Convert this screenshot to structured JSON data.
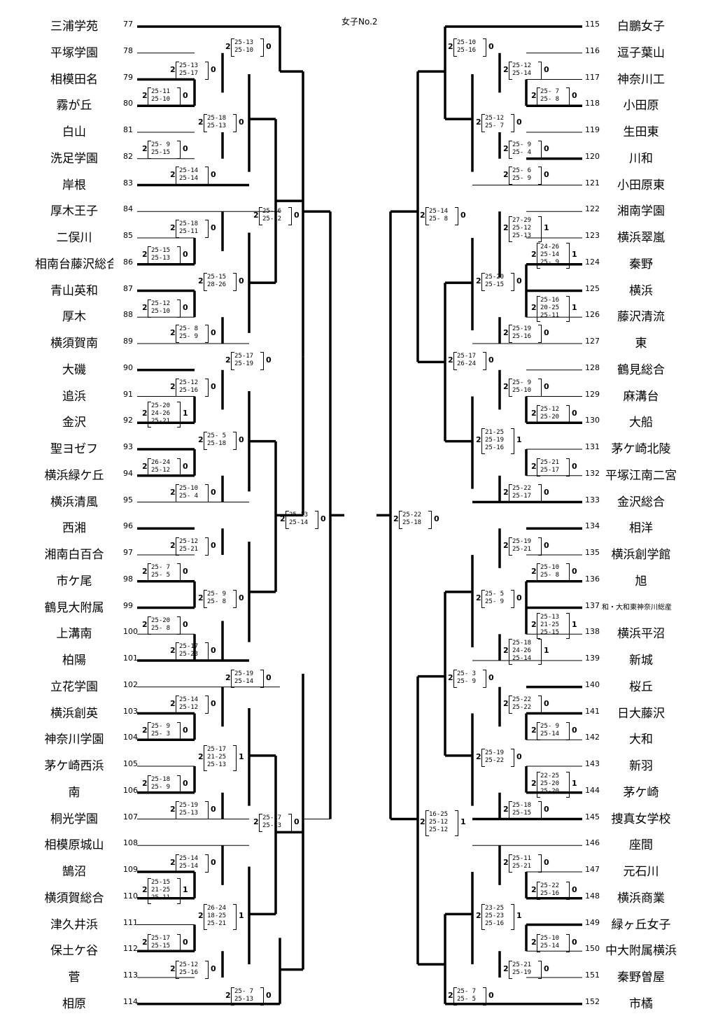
{
  "title": "女子No.2",
  "left_teams": [
    {
      "num": "77",
      "name": "三浦学苑"
    },
    {
      "num": "78",
      "name": "平塚学園"
    },
    {
      "num": "79",
      "name": "相模田名"
    },
    {
      "num": "80",
      "name": "霧が丘"
    },
    {
      "num": "81",
      "name": "白山"
    },
    {
      "num": "82",
      "name": "洗足学園"
    },
    {
      "num": "83",
      "name": "岸根"
    },
    {
      "num": "84",
      "name": "厚木王子"
    },
    {
      "num": "85",
      "name": "二俣川"
    },
    {
      "num": "86",
      "name": "相南台藤沢総合"
    },
    {
      "num": "87",
      "name": "青山英和"
    },
    {
      "num": "88",
      "name": "厚木"
    },
    {
      "num": "89",
      "name": "横須賀南"
    },
    {
      "num": "90",
      "name": "大磯"
    },
    {
      "num": "91",
      "name": "追浜"
    },
    {
      "num": "92",
      "name": "金沢"
    },
    {
      "num": "93",
      "name": "聖ヨゼフ"
    },
    {
      "num": "94",
      "name": "横浜緑ケ丘"
    },
    {
      "num": "95",
      "name": "横浜清風"
    },
    {
      "num": "96",
      "name": "西湘"
    },
    {
      "num": "97",
      "name": "湘南白百合"
    },
    {
      "num": "98",
      "name": "市ケ尾"
    },
    {
      "num": "99",
      "name": "鶴見大附属"
    },
    {
      "num": "100",
      "name": "上溝南"
    },
    {
      "num": "101",
      "name": "柏陽"
    },
    {
      "num": "102",
      "name": "立花学園"
    },
    {
      "num": "103",
      "name": "横浜創英"
    },
    {
      "num": "104",
      "name": "神奈川学園"
    },
    {
      "num": "105",
      "name": "茅ケ崎西浜"
    },
    {
      "num": "106",
      "name": "南"
    },
    {
      "num": "107",
      "name": "桐光学園"
    },
    {
      "num": "108",
      "name": "相模原城山"
    },
    {
      "num": "109",
      "name": "鵠沼"
    },
    {
      "num": "110",
      "name": "横須賀総合"
    },
    {
      "num": "111",
      "name": "津久井浜"
    },
    {
      "num": "112",
      "name": "保土ケ谷"
    },
    {
      "num": "113",
      "name": "菅"
    },
    {
      "num": "114",
      "name": "相原"
    }
  ],
  "right_teams": [
    {
      "num": "115",
      "name": "白鵬女子"
    },
    {
      "num": "116",
      "name": "逗子葉山"
    },
    {
      "num": "117",
      "name": "神奈川工"
    },
    {
      "num": "118",
      "name": "小田原"
    },
    {
      "num": "119",
      "name": "生田東"
    },
    {
      "num": "120",
      "name": "川和"
    },
    {
      "num": "121",
      "name": "小田原東"
    },
    {
      "num": "122",
      "name": "湘南学園"
    },
    {
      "num": "123",
      "name": "横浜翠嵐"
    },
    {
      "num": "124",
      "name": "秦野"
    },
    {
      "num": "125",
      "name": "横浜"
    },
    {
      "num": "126",
      "name": "藤沢清流"
    },
    {
      "num": "127",
      "name": "東"
    },
    {
      "num": "128",
      "name": "鶴見総合"
    },
    {
      "num": "129",
      "name": "麻溝台"
    },
    {
      "num": "130",
      "name": "大船"
    },
    {
      "num": "131",
      "name": "茅ケ崎北陵"
    },
    {
      "num": "132",
      "name": "平塚江南二宮"
    },
    {
      "num": "133",
      "name": "金沢総合"
    },
    {
      "num": "134",
      "name": "相洋"
    },
    {
      "num": "135",
      "name": "横浜創学館"
    },
    {
      "num": "136",
      "name": "旭"
    },
    {
      "num": "137",
      "name": "和・大和東神奈川総産"
    },
    {
      "num": "138",
      "name": "横浜平沼"
    },
    {
      "num": "139",
      "name": "新城"
    },
    {
      "num": "140",
      "name": "桜丘"
    },
    {
      "num": "141",
      "name": "日大藤沢"
    },
    {
      "num": "142",
      "name": "大和"
    },
    {
      "num": "143",
      "name": "新羽"
    },
    {
      "num": "144",
      "name": "茅ケ崎"
    },
    {
      "num": "145",
      "name": "捜真女学校"
    },
    {
      "num": "146",
      "name": "座間"
    },
    {
      "num": "147",
      "name": "元石川"
    },
    {
      "num": "148",
      "name": "横浜商業"
    },
    {
      "num": "149",
      "name": "緑ヶ丘女子"
    },
    {
      "num": "150",
      "name": "中大附属横浜"
    },
    {
      "num": "151",
      "name": "秦野曽屋"
    },
    {
      "num": "152",
      "name": "市橘"
    }
  ],
  "scores": [
    {
      "id": "L1",
      "w": "2",
      "l": "0",
      "sets": [
        "25-13",
        "25-10"
      ]
    },
    {
      "id": "L2",
      "w": "2",
      "l": "0",
      "sets": [
        "25-13",
        "25-17"
      ]
    },
    {
      "id": "L3",
      "w": "2",
      "l": "0",
      "sets": [
        "25-11",
        "25-10"
      ]
    },
    {
      "id": "L4",
      "w": "2",
      "l": "0",
      "sets": [
        "25-18",
        "25-13"
      ]
    },
    {
      "id": "L5",
      "w": "2",
      "l": "0",
      "sets": [
        "25- 9",
        "25-15"
      ]
    },
    {
      "id": "L6",
      "w": "2",
      "l": "0",
      "sets": [
        "25-14",
        "25-14"
      ]
    },
    {
      "id": "L7",
      "w": "2",
      "l": "0",
      "sets": [
        "25-16",
        "25-12"
      ]
    },
    {
      "id": "L8",
      "w": "2",
      "l": "0",
      "sets": [
        "25-18",
        "25-11"
      ]
    },
    {
      "id": "L9",
      "w": "2",
      "l": "0",
      "sets": [
        "25-15",
        "25-13"
      ]
    },
    {
      "id": "L10",
      "w": "2",
      "l": "0",
      "sets": [
        "25-15",
        "28-26"
      ]
    },
    {
      "id": "L11",
      "w": "2",
      "l": "0",
      "sets": [
        "25-12",
        "25-10"
      ]
    },
    {
      "id": "L12",
      "w": "2",
      "l": "0",
      "sets": [
        "25- 8",
        "25- 9"
      ]
    },
    {
      "id": "L13",
      "w": "2",
      "l": "0",
      "sets": [
        "25-17",
        "25-19"
      ]
    },
    {
      "id": "L14",
      "w": "2",
      "l": "0",
      "sets": [
        "25-12",
        "25-16"
      ]
    },
    {
      "id": "L15",
      "w": "2",
      "l": "1",
      "sets": [
        "25-20",
        "24-26",
        "25-21"
      ]
    },
    {
      "id": "L16",
      "w": "2",
      "l": "0",
      "sets": [
        "25- 5",
        "25-18"
      ]
    },
    {
      "id": "L17",
      "w": "2",
      "l": "0",
      "sets": [
        "26-24",
        "25-12"
      ]
    },
    {
      "id": "L18",
      "w": "2",
      "l": "0",
      "sets": [
        "25-10",
        "25- 4"
      ]
    },
    {
      "id": "L19",
      "w": "2",
      "l": "0",
      "sets": [
        "25-13",
        "25-14"
      ]
    },
    {
      "id": "L20",
      "w": "2",
      "l": "0",
      "sets": [
        "25-12",
        "25-21"
      ]
    },
    {
      "id": "L21",
      "w": "2",
      "l": "0",
      "sets": [
        "25- 7",
        "25- 5"
      ]
    },
    {
      "id": "L22",
      "w": "2",
      "l": "0",
      "sets": [
        "25- 9",
        "25- 8"
      ]
    },
    {
      "id": "L23",
      "w": "2",
      "l": "0",
      "sets": [
        "25-20",
        "25- 8"
      ]
    },
    {
      "id": "L24",
      "w": "2",
      "l": "0",
      "sets": [
        "25-17",
        "25-23"
      ]
    },
    {
      "id": "L25",
      "w": "2",
      "l": "0",
      "sets": [
        "25-19",
        "25-14"
      ]
    },
    {
      "id": "L26",
      "w": "2",
      "l": "0",
      "sets": [
        "25-14",
        "25-12"
      ]
    },
    {
      "id": "L27",
      "w": "2",
      "l": "0",
      "sets": [
        "25- 9",
        "25- 3"
      ]
    },
    {
      "id": "L28",
      "w": "2",
      "l": "1",
      "sets": [
        "25-17",
        "21-25",
        "25-13"
      ]
    },
    {
      "id": "L29",
      "w": "2",
      "l": "0",
      "sets": [
        "25-18",
        "25- 9"
      ]
    },
    {
      "id": "L30",
      "w": "2",
      "l": "0",
      "sets": [
        "25-19",
        "25-13"
      ]
    },
    {
      "id": "L31",
      "w": "2",
      "l": "0",
      "sets": [
        "25-17",
        "25-13"
      ]
    },
    {
      "id": "L32",
      "w": "2",
      "l": "0",
      "sets": [
        "25-14",
        "25-14"
      ]
    },
    {
      "id": "L33",
      "w": "2",
      "l": "1",
      "sets": [
        "25-15",
        "21-25",
        "25-11"
      ]
    },
    {
      "id": "L34",
      "w": "2",
      "l": "1",
      "sets": [
        "26-24",
        "18-25",
        "25-21"
      ]
    },
    {
      "id": "L35",
      "w": "2",
      "l": "0",
      "sets": [
        "25-17",
        "25-15"
      ]
    },
    {
      "id": "L36",
      "w": "2",
      "l": "0",
      "sets": [
        "25-12",
        "25-16"
      ]
    },
    {
      "id": "L37",
      "w": "2",
      "l": "0",
      "sets": [
        "25- 7",
        "25-13"
      ]
    },
    {
      "id": "R1",
      "w": "2",
      "l": "0",
      "sets": [
        "25-10",
        "25-16"
      ]
    },
    {
      "id": "R2",
      "w": "2",
      "l": "0",
      "sets": [
        "25-12",
        "25-14"
      ]
    },
    {
      "id": "R3",
      "w": "2",
      "l": "0",
      "sets": [
        "25- 7",
        "25- 8"
      ]
    },
    {
      "id": "R4",
      "w": "2",
      "l": "0",
      "sets": [
        "25-12",
        "25- 7"
      ]
    },
    {
      "id": "R5",
      "w": "2",
      "l": "0",
      "sets": [
        "25- 9",
        "25- 4"
      ]
    },
    {
      "id": "R6",
      "w": "2",
      "l": "0",
      "sets": [
        "25- 6",
        "25- 9"
      ]
    },
    {
      "id": "R7",
      "w": "2",
      "l": "0",
      "sets": [
        "25-14",
        "25- 8"
      ]
    },
    {
      "id": "R8",
      "w": "2",
      "l": "1",
      "sets": [
        "27-29",
        "25-12",
        "25-13"
      ]
    },
    {
      "id": "R9",
      "w": "2",
      "l": "1",
      "sets": [
        "24-26",
        "25-14",
        "25- 9"
      ]
    },
    {
      "id": "R10",
      "w": "2",
      "l": "0",
      "sets": [
        "25-20",
        "25-15"
      ]
    },
    {
      "id": "R11",
      "w": "2",
      "l": "1",
      "sets": [
        "25-16",
        "20-25",
        "25-11"
      ]
    },
    {
      "id": "R12",
      "w": "2",
      "l": "0",
      "sets": [
        "25-19",
        "25-16"
      ]
    },
    {
      "id": "R13",
      "w": "2",
      "l": "0",
      "sets": [
        "25-17",
        "26-24"
      ]
    },
    {
      "id": "R14",
      "w": "2",
      "l": "0",
      "sets": [
        "25- 9",
        "25-10"
      ]
    },
    {
      "id": "R15",
      "w": "2",
      "l": "0",
      "sets": [
        "25-12",
        "25-20"
      ]
    },
    {
      "id": "R16",
      "w": "2",
      "l": "1",
      "sets": [
        "21-25",
        "25-19",
        "25-16"
      ]
    },
    {
      "id": "R17",
      "w": "2",
      "l": "0",
      "sets": [
        "25-21",
        "25-17"
      ]
    },
    {
      "id": "R18",
      "w": "2",
      "l": "0",
      "sets": [
        "25-22",
        "25-17"
      ]
    },
    {
      "id": "R19",
      "w": "2",
      "l": "0",
      "sets": [
        "25-22",
        "25-18"
      ]
    },
    {
      "id": "R20",
      "w": "2",
      "l": "0",
      "sets": [
        "25-19",
        "25-21"
      ]
    },
    {
      "id": "R21",
      "w": "2",
      "l": "0",
      "sets": [
        "25-10",
        "25- 8"
      ]
    },
    {
      "id": "R22",
      "w": "2",
      "l": "0",
      "sets": [
        "25- 5",
        "25- 9"
      ]
    },
    {
      "id": "R23",
      "w": "2",
      "l": "1",
      "sets": [
        "25-13",
        "21-25",
        "25-15"
      ]
    },
    {
      "id": "R24",
      "w": "2",
      "l": "1",
      "sets": [
        "25-18",
        "24-26",
        "25-14"
      ]
    },
    {
      "id": "R25",
      "w": "2",
      "l": "0",
      "sets": [
        "25- 3",
        "25- 9"
      ]
    },
    {
      "id": "R26",
      "w": "2",
      "l": "0",
      "sets": [
        "25-22",
        "25-22"
      ]
    },
    {
      "id": "R27",
      "w": "2",
      "l": "0",
      "sets": [
        "25- 9",
        "25-14"
      ]
    },
    {
      "id": "R28",
      "w": "2",
      "l": "0",
      "sets": [
        "25-19",
        "25-22"
      ]
    },
    {
      "id": "R29",
      "w": "2",
      "l": "1",
      "sets": [
        "22-25",
        "25-20",
        "25-20"
      ]
    },
    {
      "id": "R30",
      "w": "2",
      "l": "0",
      "sets": [
        "25-18",
        "25-15"
      ]
    },
    {
      "id": "R31",
      "w": "2",
      "l": "1",
      "sets": [
        "16-25",
        "25-12",
        "25-12"
      ]
    },
    {
      "id": "R32",
      "w": "2",
      "l": "0",
      "sets": [
        "25-11",
        "25-21"
      ]
    },
    {
      "id": "R33",
      "w": "2",
      "l": "0",
      "sets": [
        "25-22",
        "25-16"
      ]
    },
    {
      "id": "R34",
      "w": "2",
      "l": "1",
      "sets": [
        "23-25",
        "25-23",
        "25-16"
      ]
    },
    {
      "id": "R35",
      "w": "2",
      "l": "0",
      "sets": [
        "25-10",
        "25-14"
      ]
    },
    {
      "id": "R36",
      "w": "2",
      "l": "0",
      "sets": [
        "25-21",
        "25-19"
      ]
    },
    {
      "id": "R37",
      "w": "2",
      "l": "0",
      "sets": [
        "25- 7",
        "25- 5"
      ]
    }
  ]
}
